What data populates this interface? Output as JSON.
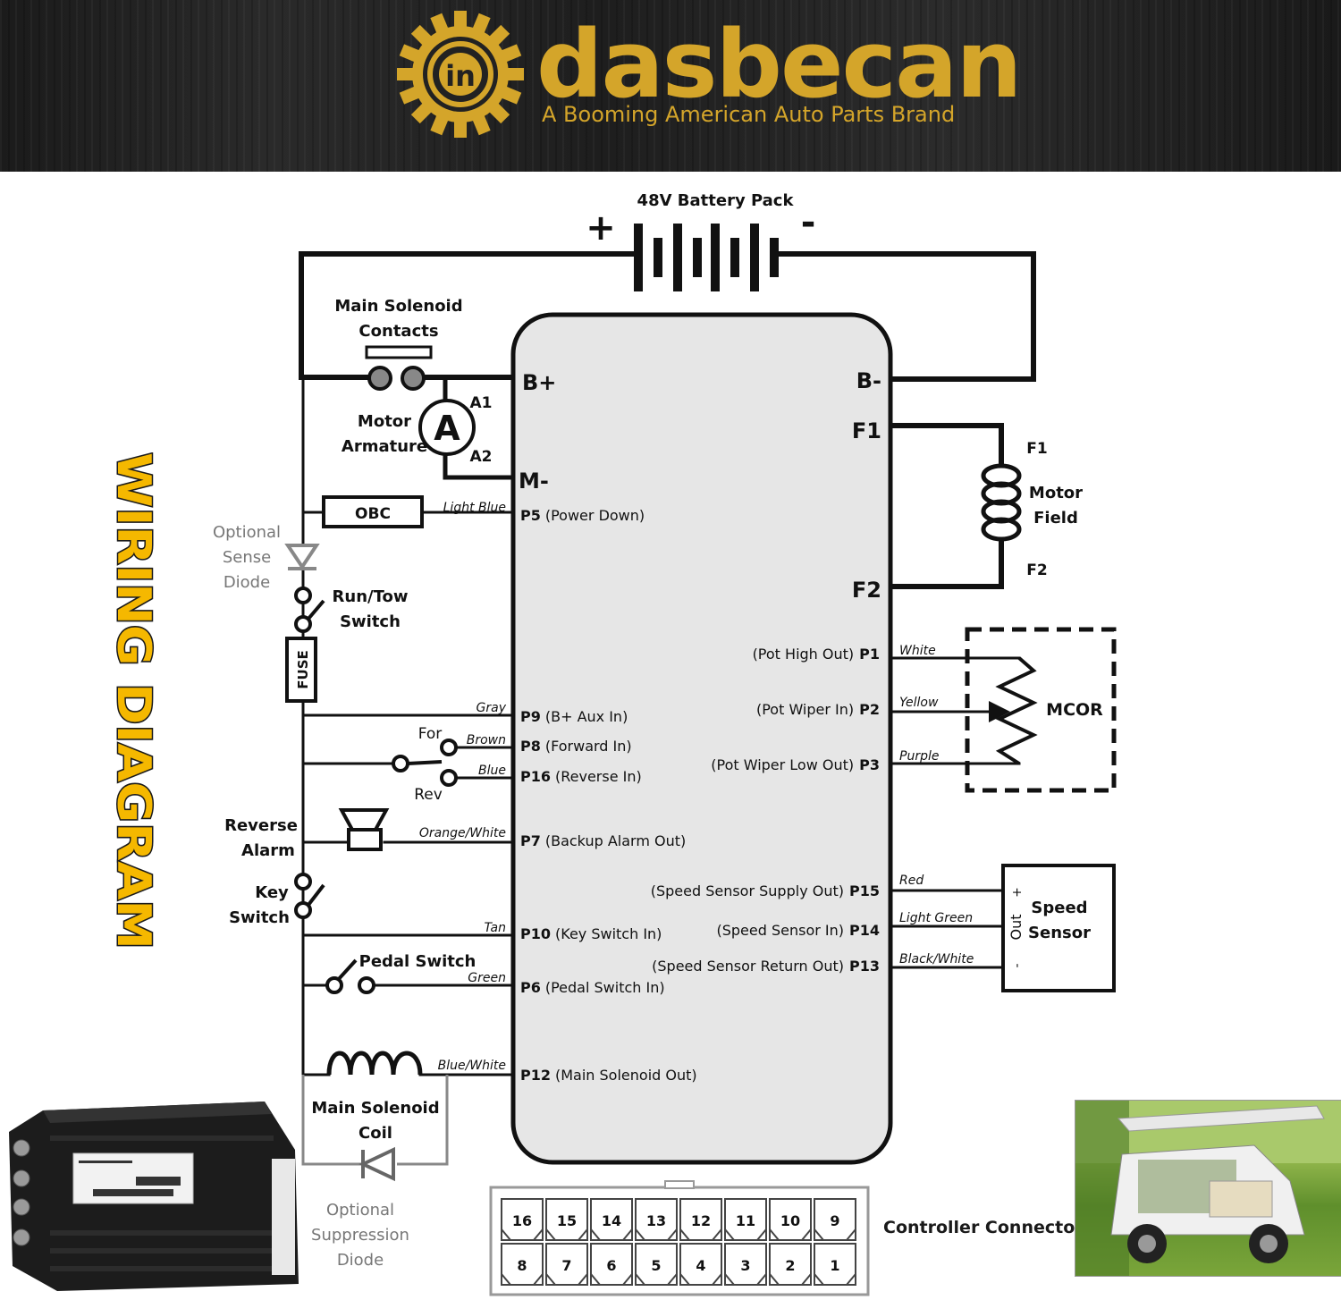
{
  "brand": {
    "name": "dasbecan",
    "tagline": "A Booming American Auto Parts Brand",
    "logo_glyph": "in",
    "colors": {
      "gold": "#d4a52a",
      "banner": "#222222"
    }
  },
  "diagram": {
    "title": "WIRING DIAGRAM",
    "battery": {
      "label": "48V Battery Pack",
      "plus": "+",
      "minus": "-"
    },
    "components": {
      "main_solenoid_contacts": [
        "Main Solenoid",
        "Contacts"
      ],
      "motor_armature": [
        "Motor",
        "Armature"
      ],
      "armature_symbol": "A",
      "a1": "A1",
      "a2": "A2",
      "obc": "OBC",
      "sense_diode": [
        "Optional",
        "Sense",
        "Diode"
      ],
      "run_tow": [
        "Run/Tow",
        "Switch"
      ],
      "fuse": "FUSE",
      "for": "For",
      "rev": "Rev",
      "reverse_alarm": [
        "Reverse",
        "Alarm"
      ],
      "key_switch": [
        "Key",
        "Switch"
      ],
      "pedal_switch": "Pedal Switch",
      "main_solenoid_coil": [
        "Main Solenoid",
        "Coil"
      ],
      "suppression_diode": [
        "Optional",
        "Suppression",
        "Diode"
      ],
      "motor_field": [
        "Motor",
        "Field"
      ],
      "field_f1": "F1",
      "field_f2": "F2",
      "mcor": "MCOR",
      "speed_sensor": [
        "Speed",
        "Sensor"
      ],
      "sensor_plus": "+",
      "sensor_out": "Out",
      "sensor_minus": "-"
    },
    "terminals": {
      "b_plus": "B+",
      "b_minus": "B-",
      "f1": "F1",
      "f2": "F2",
      "m_minus": "M-"
    },
    "left_pins": [
      {
        "pin": "P5",
        "desc": "(Power Down)",
        "wire": "Light Blue"
      },
      {
        "pin": "P9",
        "desc": "(B+ Aux In)",
        "wire": "Gray"
      },
      {
        "pin": "P8",
        "desc": "(Forward In)",
        "wire": "Brown"
      },
      {
        "pin": "P16",
        "desc": "(Reverse In)",
        "wire": "Blue"
      },
      {
        "pin": "P7",
        "desc": "(Backup Alarm Out)",
        "wire": "Orange/White"
      },
      {
        "pin": "P10",
        "desc": "(Key Switch In)",
        "wire": "Tan"
      },
      {
        "pin": "P6",
        "desc": "(Pedal Switch In)",
        "wire": "Green"
      },
      {
        "pin": "P12",
        "desc": "(Main Solenoid Out)",
        "wire": "Blue/White"
      }
    ],
    "right_pins": [
      {
        "pin": "P1",
        "desc": "(Pot High Out)",
        "wire": "White"
      },
      {
        "pin": "P2",
        "desc": "(Pot Wiper In)",
        "wire": "Yellow"
      },
      {
        "pin": "P3",
        "desc": "(Pot Wiper Low Out)",
        "wire": "Purple"
      },
      {
        "pin": "P15",
        "desc": "(Speed Sensor Supply Out)",
        "wire": "Red"
      },
      {
        "pin": "P14",
        "desc": "(Speed Sensor In)",
        "wire": "Light Green"
      },
      {
        "pin": "P13",
        "desc": "(Speed Sensor Return Out)",
        "wire": "Black/White"
      }
    ],
    "connector": {
      "label": "Controller Connector",
      "top_row": [
        "16",
        "15",
        "14",
        "13",
        "12",
        "11",
        "10",
        "9"
      ],
      "bottom_row": [
        "8",
        "7",
        "6",
        "5",
        "4",
        "3",
        "2",
        "1"
      ]
    }
  }
}
